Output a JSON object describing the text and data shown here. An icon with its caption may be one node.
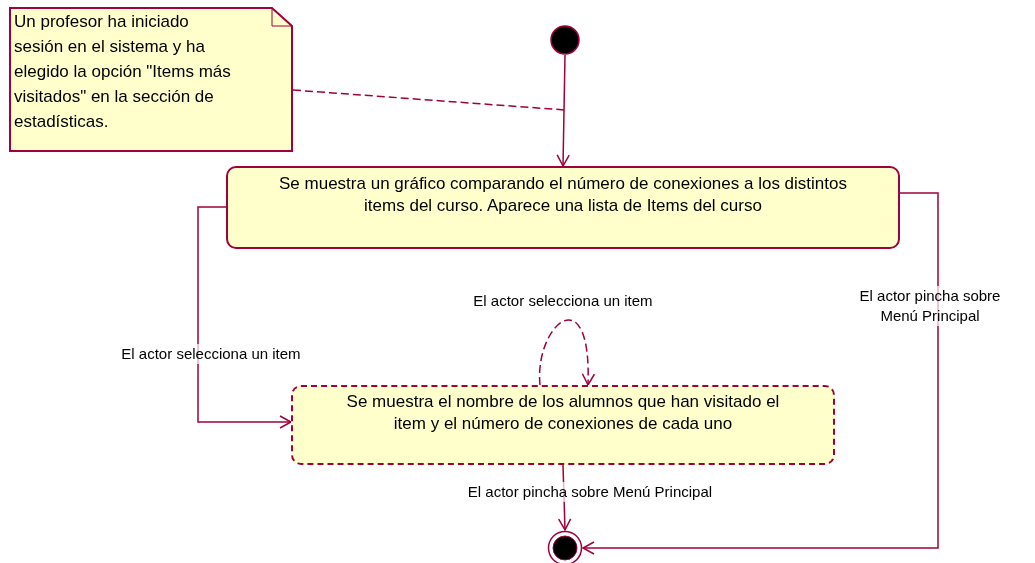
{
  "diagram": {
    "nodes": [
      {
        "text": [
          "Un profesor ha iniciado sesión en el sistema y ha elegido la opción \"Items más visitados\" en la sección de estadísticas."
        ]
      },
      {
        "text": [],
        "shape": "circle"
      },
      {
        "text": [
          "Se muestra un gráfico comparando el número de conexiones a los distintos items del curso. Aparece una lista de Items del curso"
        ]
      },
      {
        "text": [
          "Se muestra el nombre de los alumnos que han visitado el item y el número de conexiones de cada uno"
        ]
      },
      {
        "text": [],
        "shape": "circle"
      }
    ],
    "edges": [
      {
        "from": 0,
        "to": null,
        "arrow": "none",
        "style": "dashed"
      },
      {
        "from": 1,
        "to": 2,
        "arrow": "to"
      },
      {
        "from": 2,
        "to": 3,
        "arrow": "to",
        "label": "El actor selecciona un item"
      },
      {
        "from": 3,
        "to": 3,
        "arrow": "to",
        "label": "El actor selecciona un item",
        "style": "dashed"
      },
      {
        "from": 3,
        "to": 4,
        "arrow": "to",
        "label": "El actor pincha sobre Menú Principal"
      },
      {
        "from": 2,
        "to": 4,
        "arrow": "to",
        "label": "El actor pincha sobre Menú Principal"
      }
    ]
  }
}
